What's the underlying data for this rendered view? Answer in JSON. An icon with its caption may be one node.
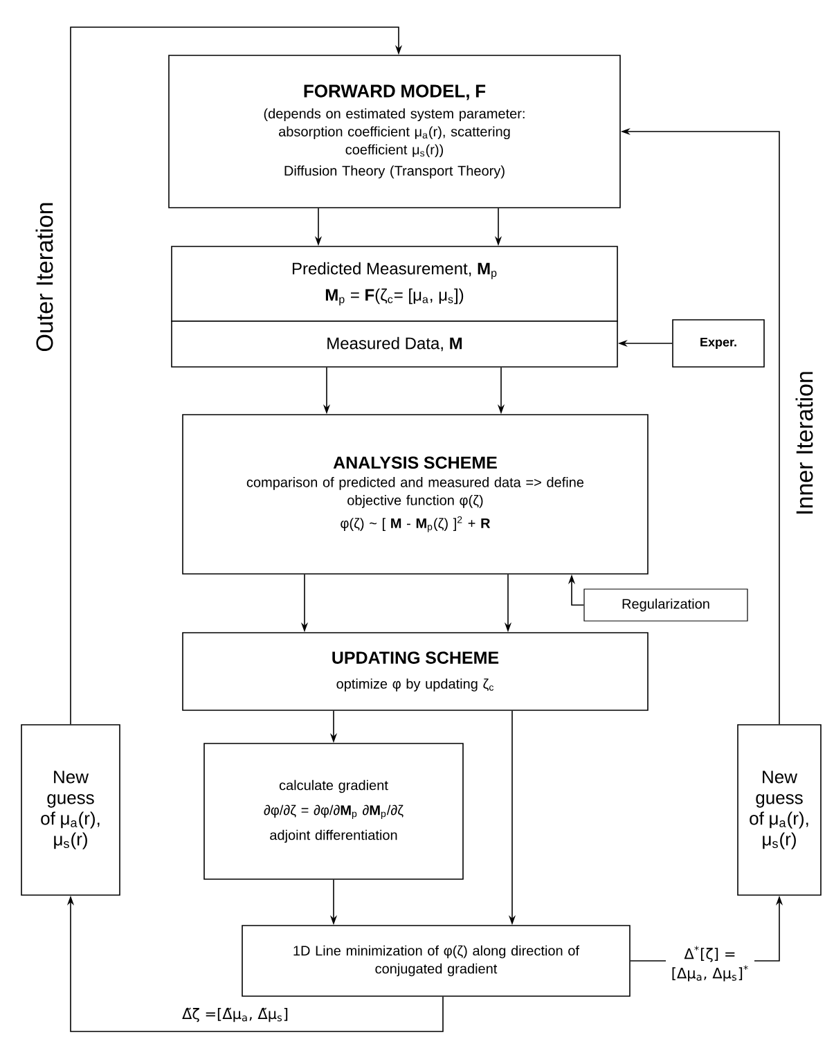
{
  "diagram": {
    "nodes": [
      {
        "text": [
          "FORWARD MODEL, F",
          "(depends on estimated system parameter: absorption coefficient μ$_{a}$(r), scattering coefficient μ$_{s}$(r))",
          "Diffusion Theory (Transport Theory)"
        ]
      },
      {
        "text": [
          "Predicted Measurement, **M**$_{p}$",
          "**M**$_{p}$ = **F**(ζ$_{c}$= [μ$_{a}$, μ$_{s}$])"
        ]
      },
      {
        "text": [
          "Measured Data, **M**"
        ]
      },
      {
        "text": [
          "Exper."
        ]
      },
      {
        "text": [
          "ANALYSIS SCHEME",
          "comparison of predicted and measured data => define objective function φ(ζ)",
          "φ(ζ) ~ [ **M** - **M**$_{p}$(ζ) ]$^{2}$ + **R**"
        ]
      },
      {
        "text": [
          "Regularization"
        ]
      },
      {
        "text": [
          "UPDATING SCHEME",
          "optimize φ by updating ζ$_{c}$"
        ]
      },
      {
        "text": [
          "calculate gradient",
          "∂φ/∂ζ = ∂φ/∂**M**$_{p}$ ∂**M**$_{p}$/∂ζ",
          "adjoint differentiation"
        ]
      },
      {
        "text": [
          "1D Line minimization of φ(ζ) along direction of conjugated gradient"
        ]
      },
      {
        "text": [
          "New guess of μ$_{a}$(r), μ$_{s}$(r)"
        ]
      },
      {
        "text": [
          "New guess of μ$_{a}$(r), μ$_{s}$(r)"
        ]
      }
    ],
    "edges": [
      {
        "from": 0,
        "to": 1,
        "arrow": "to"
      },
      {
        "from": 0,
        "to": 1,
        "arrow": "to"
      },
      {
        "from": 3,
        "to": 2,
        "arrow": "to"
      },
      {
        "from": 2,
        "to": 4,
        "arrow": "to"
      },
      {
        "from": 2,
        "to": 4,
        "arrow": "to"
      },
      {
        "from": 4,
        "to": 6,
        "arrow": "to"
      },
      {
        "from": 4,
        "to": 6,
        "arrow": "to"
      },
      {
        "from": 5,
        "to": 4,
        "arrow": "to"
      },
      {
        "from": 6,
        "to": 7,
        "arrow": "to"
      },
      {
        "from": 6,
        "to": 8,
        "arrow": "to"
      },
      {
        "from": 7,
        "to": 8,
        "arrow": "to"
      },
      {
        "from": 8,
        "to": 9,
        "arrow": "to",
        "label": "Δ̃ζ =[Δ̃μ$_{a}$, Δ̃μ$_{s}$]"
      },
      {
        "from": 9,
        "to": 0,
        "arrow": "to"
      },
      {
        "from": 8,
        "to": 10,
        "arrow": "to",
        "label": "Δ$^{*}$[ζ] = [Δμ$_{a}$, Δμ$_{s}$]$^{*}$"
      },
      {
        "from": 10,
        "to": 0,
        "arrow": "to"
      }
    ],
    "labels": [
      "Outer Iteration",
      "Inner Iteration"
    ]
  }
}
